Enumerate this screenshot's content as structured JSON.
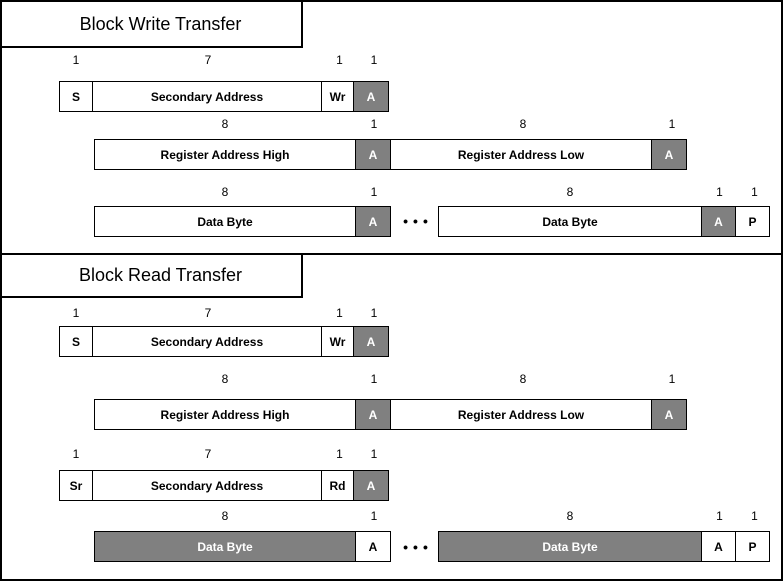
{
  "colors": {
    "shaded_fill": "#808080",
    "shaded_text": "#ffffff",
    "box_border": "#000000",
    "background": "#ffffff"
  },
  "write": {
    "title": "Block Write Transfer",
    "row1": {
      "f0": {
        "bits": "1",
        "label": "S"
      },
      "f1": {
        "bits": "7",
        "label": "Secondary Address"
      },
      "f2": {
        "bits": "1",
        "label": "Wr"
      },
      "f3": {
        "bits": "1",
        "label": "A"
      }
    },
    "row2": {
      "f0": {
        "bits": "8",
        "label": "Register Address High"
      },
      "f1": {
        "bits": "1",
        "label": "A"
      },
      "f2": {
        "bits": "8",
        "label": "Register Address Low"
      },
      "f3": {
        "bits": "1",
        "label": "A"
      }
    },
    "row3": {
      "f0": {
        "bits": "8",
        "label": "Data Byte"
      },
      "f1": {
        "bits": "1",
        "label": "A"
      },
      "ellipsis": "•••",
      "f2": {
        "bits": "8",
        "label": "Data Byte"
      },
      "f3": {
        "bits": "1",
        "label": "A"
      },
      "f4": {
        "bits": "1",
        "label": "P"
      }
    }
  },
  "read": {
    "title": "Block Read Transfer",
    "row1": {
      "f0": {
        "bits": "1",
        "label": "S"
      },
      "f1": {
        "bits": "7",
        "label": "Secondary Address"
      },
      "f2": {
        "bits": "1",
        "label": "Wr"
      },
      "f3": {
        "bits": "1",
        "label": "A"
      }
    },
    "row2": {
      "f0": {
        "bits": "8",
        "label": "Register Address High"
      },
      "f1": {
        "bits": "1",
        "label": "A"
      },
      "f2": {
        "bits": "8",
        "label": "Register Address Low"
      },
      "f3": {
        "bits": "1",
        "label": "A"
      }
    },
    "row3": {
      "f0": {
        "bits": "1",
        "label": "Sr"
      },
      "f1": {
        "bits": "7",
        "label": "Secondary Address"
      },
      "f2": {
        "bits": "1",
        "label": "Rd"
      },
      "f3": {
        "bits": "1",
        "label": "A"
      }
    },
    "row4": {
      "f0": {
        "bits": "8",
        "label": "Data Byte"
      },
      "f1": {
        "bits": "1",
        "label": "A"
      },
      "ellipsis": "•••",
      "f2": {
        "bits": "8",
        "label": "Data Byte"
      },
      "f3": {
        "bits": "1",
        "label": "A"
      },
      "f4": {
        "bits": "1",
        "label": "P"
      }
    }
  }
}
